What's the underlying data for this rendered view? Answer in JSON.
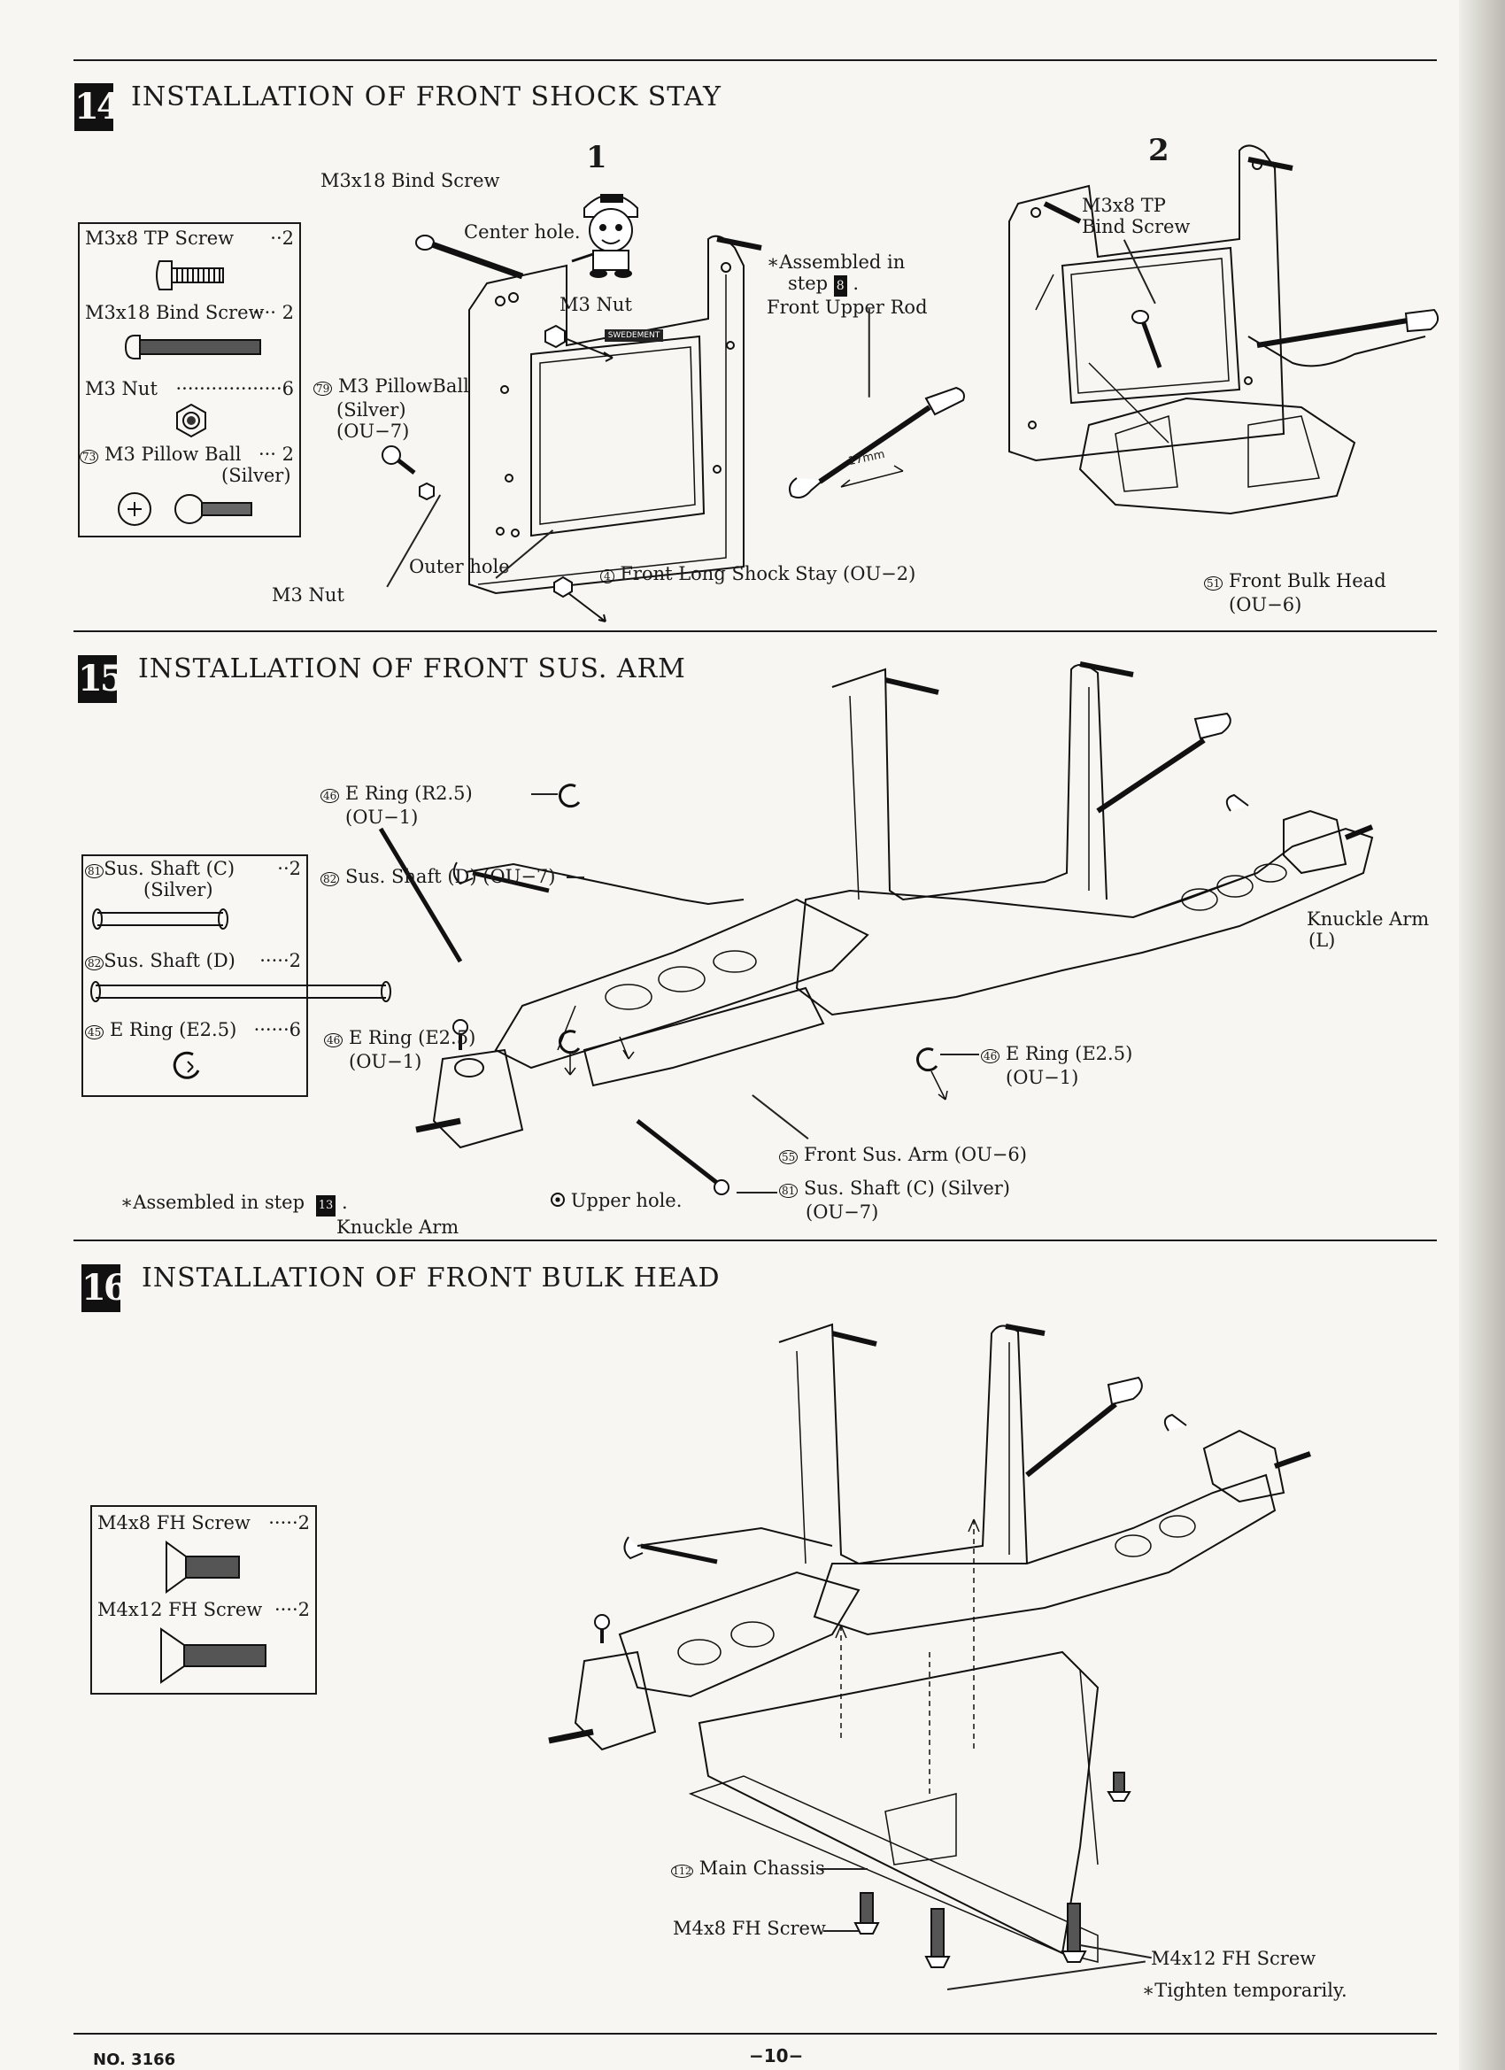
{
  "s14": {
    "number": "14",
    "title": "INSTALLATION OF FRONT SHOCK STAY",
    "parts": [
      {
        "name": "M3x8 TP Screw",
        "qty": "··2"
      },
      {
        "name": "M3x18 Bind Screw",
        "qty": "···· 2"
      },
      {
        "name": "M3 Nut",
        "qty": "··················6"
      },
      {
        "name": "M3 Pillow Ball",
        "qty": "··· 2"
      },
      {
        "name": "(Silver)",
        "qty": ""
      }
    ],
    "part_nums": {
      "pillow": "73"
    },
    "step_numbers": [
      "1",
      "2"
    ],
    "labels": {
      "m3x18": "M3x18 Bind Screw",
      "center_hole": "Center hole.",
      "m3nut_top": "M3 Nut",
      "pillowball_no": "79",
      "pillowball_1": "M3 PillowBall",
      "pillowball_2": "(Silver)",
      "pillowball_3": "(OU−7)",
      "outer_hole": "Outer hole",
      "m3nut_bottom": "M3 Nut",
      "stay_no": "4",
      "stay": "Front Long Shock Stay (OU−2)",
      "assembled_1": "∗Assembled in",
      "assembled_2a": "step",
      "assembled_2b": "8",
      "assembled_2c": ".",
      "assembled_3": "Front Upper Rod",
      "rod_len": "17mm",
      "tp_1": "M3x8 TP",
      "tp_2": "Bind Screw",
      "bulk_no": "51",
      "bulk_1": "Front Bulk Head",
      "bulk_2": "(OU−6)"
    }
  },
  "s15": {
    "number": "15",
    "title": "INSTALLATION OF FRONT SUS. ARM",
    "parts": [
      {
        "no": "81",
        "name": "Sus. Shaft (C)",
        "qty": "··2"
      },
      {
        "no": "",
        "name": "(Silver)",
        "qty": ""
      },
      {
        "no": "82",
        "name": "Sus. Shaft (D)",
        "qty": "·····2"
      },
      {
        "no": "45",
        "name": "E Ring (E2.5)",
        "qty": "······6"
      }
    ],
    "labels": {
      "ering_r_no": "46",
      "ering_r_1": "E Ring (R2.5)",
      "ering_r_2": "(OU−1)",
      "shaft_d_no": "82",
      "shaft_d": "Sus. Shaft (D) (OU−7)",
      "ering_e_no": "46",
      "ering_e_1": "E Ring (E2.5)",
      "ering_e_2": "(OU−1)",
      "ering_e_r_no": "46",
      "ering_e_r_1": "E Ring (E2.5)",
      "ering_e_r_2": "(OU−1)",
      "knuckle_l_1": "Knuckle Arm",
      "knuckle_l_2": "(L)",
      "arm_no": "55",
      "arm": "Front Sus. Arm (OU−6)",
      "shaft_c_no": "81",
      "shaft_c_1": "Sus. Shaft (C) (Silver)",
      "shaft_c_2": "(OU−7)",
      "assembled_a": "∗Assembled in step",
      "assembled_b": "13",
      "assembled_c": ".",
      "upper_hole": "Upper hole.",
      "knuckle": "Knuckle Arm"
    }
  },
  "s16": {
    "number": "16",
    "title": "INSTALLATION OF FRONT BULK HEAD",
    "parts": [
      {
        "name": "M4x8 FH Screw",
        "qty": "·····2"
      },
      {
        "name": "M4x12 FH Screw",
        "qty": "····2"
      }
    ],
    "labels": {
      "chassis_no": "112",
      "chassis": "Main Chassis",
      "m4x8": "M4x8 FH Screw",
      "m4x12": "M4x12 FH Screw",
      "tighten": "∗Tighten temporarily."
    }
  },
  "footer": {
    "model_no": "NO. 3166",
    "page": "−10−"
  }
}
